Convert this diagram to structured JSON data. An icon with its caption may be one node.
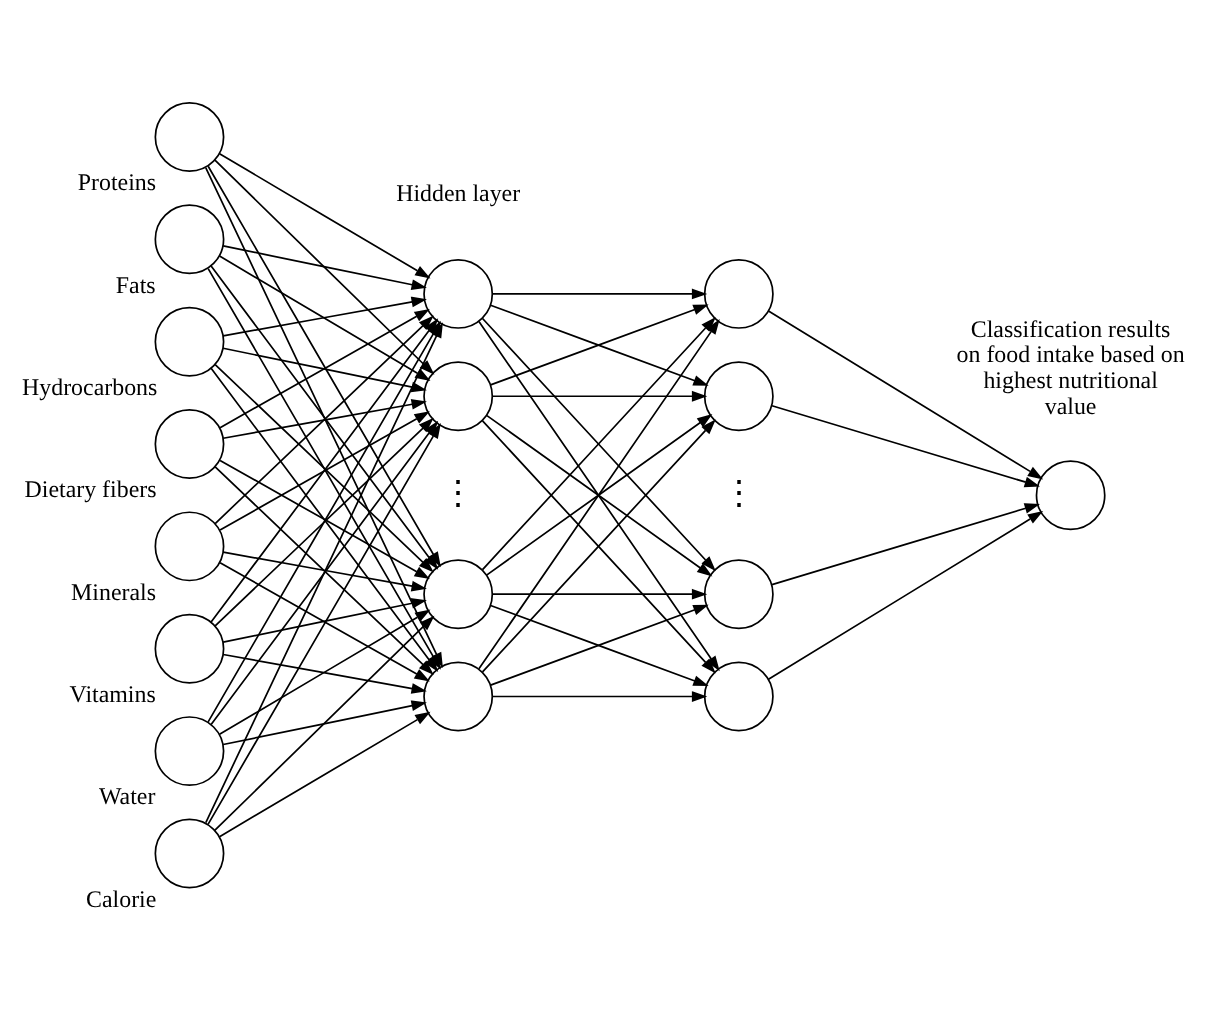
{
  "diagram": {
    "nodes": [
      {
        "text": [],
        "shape": "circle",
        "beside": [
          "Proteins"
        ]
      },
      {
        "text": [],
        "shape": "circle",
        "beside": [
          "Fats"
        ]
      },
      {
        "text": [],
        "shape": "circle",
        "beside": [
          "Hydrocarbons"
        ]
      },
      {
        "text": [],
        "shape": "circle",
        "beside": [
          "Dietary fibers"
        ]
      },
      {
        "text": [],
        "shape": "circle",
        "beside": [
          "Minerals"
        ]
      },
      {
        "text": [],
        "shape": "circle",
        "beside": [
          "Vitamins"
        ]
      },
      {
        "text": [],
        "shape": "circle",
        "beside": [
          "Water"
        ]
      },
      {
        "text": [],
        "shape": "circle",
        "beside": [
          "Calorie"
        ]
      },
      {
        "text": [],
        "shape": "circle"
      },
      {
        "text": [],
        "shape": "circle"
      },
      {
        "text": [],
        "shape": "circle"
      },
      {
        "text": [],
        "shape": "circle"
      },
      {
        "text": [],
        "shape": "circle"
      },
      {
        "text": [],
        "shape": "circle"
      },
      {
        "text": [],
        "shape": "circle"
      },
      {
        "text": [],
        "shape": "circle"
      },
      {
        "text": [],
        "shape": "circle",
        "beside": [
          "Classification results on food intake based on highest nutritional value"
        ]
      }
    ],
    "edges": [
      {
        "from": 0,
        "to": 8,
        "arrow": "to"
      },
      {
        "from": 0,
        "to": 9,
        "arrow": "to"
      },
      {
        "from": 0,
        "to": 10,
        "arrow": "to"
      },
      {
        "from": 0,
        "to": 11,
        "arrow": "to"
      },
      {
        "from": 1,
        "to": 8,
        "arrow": "to"
      },
      {
        "from": 1,
        "to": 9,
        "arrow": "to"
      },
      {
        "from": 1,
        "to": 10,
        "arrow": "to"
      },
      {
        "from": 1,
        "to": 11,
        "arrow": "to"
      },
      {
        "from": 2,
        "to": 8,
        "arrow": "to"
      },
      {
        "from": 2,
        "to": 9,
        "arrow": "to"
      },
      {
        "from": 2,
        "to": 10,
        "arrow": "to"
      },
      {
        "from": 2,
        "to": 11,
        "arrow": "to"
      },
      {
        "from": 3,
        "to": 8,
        "arrow": "to"
      },
      {
        "from": 3,
        "to": 9,
        "arrow": "to"
      },
      {
        "from": 3,
        "to": 10,
        "arrow": "to"
      },
      {
        "from": 3,
        "to": 11,
        "arrow": "to"
      },
      {
        "from": 4,
        "to": 8,
        "arrow": "to"
      },
      {
        "from": 4,
        "to": 9,
        "arrow": "to"
      },
      {
        "from": 4,
        "to": 10,
        "arrow": "to"
      },
      {
        "from": 4,
        "to": 11,
        "arrow": "to"
      },
      {
        "from": 5,
        "to": 8,
        "arrow": "to"
      },
      {
        "from": 5,
        "to": 9,
        "arrow": "to"
      },
      {
        "from": 5,
        "to": 10,
        "arrow": "to"
      },
      {
        "from": 5,
        "to": 11,
        "arrow": "to"
      },
      {
        "from": 6,
        "to": 8,
        "arrow": "to"
      },
      {
        "from": 6,
        "to": 9,
        "arrow": "to"
      },
      {
        "from": 6,
        "to": 10,
        "arrow": "to"
      },
      {
        "from": 6,
        "to": 11,
        "arrow": "to"
      },
      {
        "from": 7,
        "to": 8,
        "arrow": "to"
      },
      {
        "from": 7,
        "to": 9,
        "arrow": "to"
      },
      {
        "from": 7,
        "to": 10,
        "arrow": "to"
      },
      {
        "from": 7,
        "to": 11,
        "arrow": "to"
      },
      {
        "from": 8,
        "to": 12,
        "arrow": "to"
      },
      {
        "from": 8,
        "to": 13,
        "arrow": "to"
      },
      {
        "from": 8,
        "to": 14,
        "arrow": "to"
      },
      {
        "from": 8,
        "to": 15,
        "arrow": "to"
      },
      {
        "from": 9,
        "to": 12,
        "arrow": "to"
      },
      {
        "from": 9,
        "to": 13,
        "arrow": "to"
      },
      {
        "from": 9,
        "to": 14,
        "arrow": "to"
      },
      {
        "from": 9,
        "to": 15,
        "arrow": "to"
      },
      {
        "from": 10,
        "to": 12,
        "arrow": "to"
      },
      {
        "from": 10,
        "to": 13,
        "arrow": "to"
      },
      {
        "from": 10,
        "to": 14,
        "arrow": "to"
      },
      {
        "from": 10,
        "to": 15,
        "arrow": "to"
      },
      {
        "from": 11,
        "to": 12,
        "arrow": "to"
      },
      {
        "from": 11,
        "to": 13,
        "arrow": "to"
      },
      {
        "from": 11,
        "to": 14,
        "arrow": "to"
      },
      {
        "from": 11,
        "to": 15,
        "arrow": "to"
      },
      {
        "from": 12,
        "to": 16,
        "arrow": "to"
      },
      {
        "from": 13,
        "to": 16,
        "arrow": "to"
      },
      {
        "from": 14,
        "to": 16,
        "arrow": "to"
      },
      {
        "from": 15,
        "to": 16,
        "arrow": "to"
      }
    ],
    "labels": [
      "Hidden layer",
      "⋮",
      "⋮"
    ]
  }
}
